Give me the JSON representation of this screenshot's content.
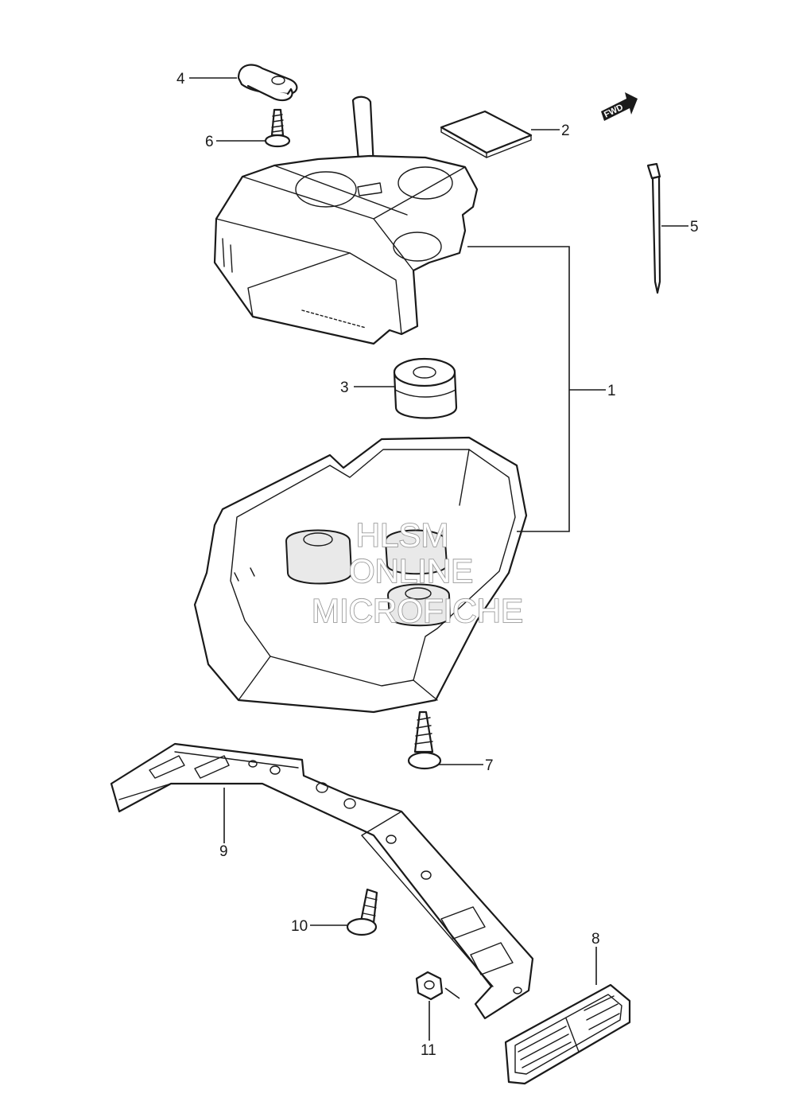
{
  "labels": {
    "part_1": "1",
    "part_2": "2",
    "part_3": "3",
    "part_4": "4",
    "part_5": "5",
    "part_6": "6",
    "part_7": "7",
    "part_8": "8",
    "part_9": "9",
    "part_10": "10",
    "part_11": "11"
  },
  "fwd_marker": "FWD",
  "watermark": {
    "line1": "HLSM",
    "line2": "ONLINE",
    "line3": "MICROFICHE",
    "color": "#9a9a9a"
  }
}
